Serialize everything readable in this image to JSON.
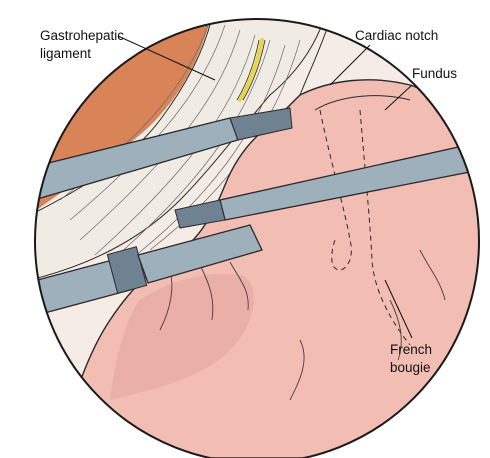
{
  "labels": {
    "gastrohepatic_line1": "Gastrohepatic",
    "gastrohepatic_line2": "ligament",
    "cardiac_notch": "Cardiac notch",
    "fundus": "Fundus",
    "french_line1": "French",
    "french_line2": "bougie"
  },
  "colors": {
    "stomach": "#f2bdb3",
    "stomach_shadow": "#e3a49b",
    "liver": "#d98458",
    "omentum": "#f1ece3",
    "instrument": "#9fb0bd",
    "instrument_dark": "#6f8292",
    "nerve": "#e7d64a",
    "outline": "#2a2a2a",
    "background": "#ffffff"
  }
}
